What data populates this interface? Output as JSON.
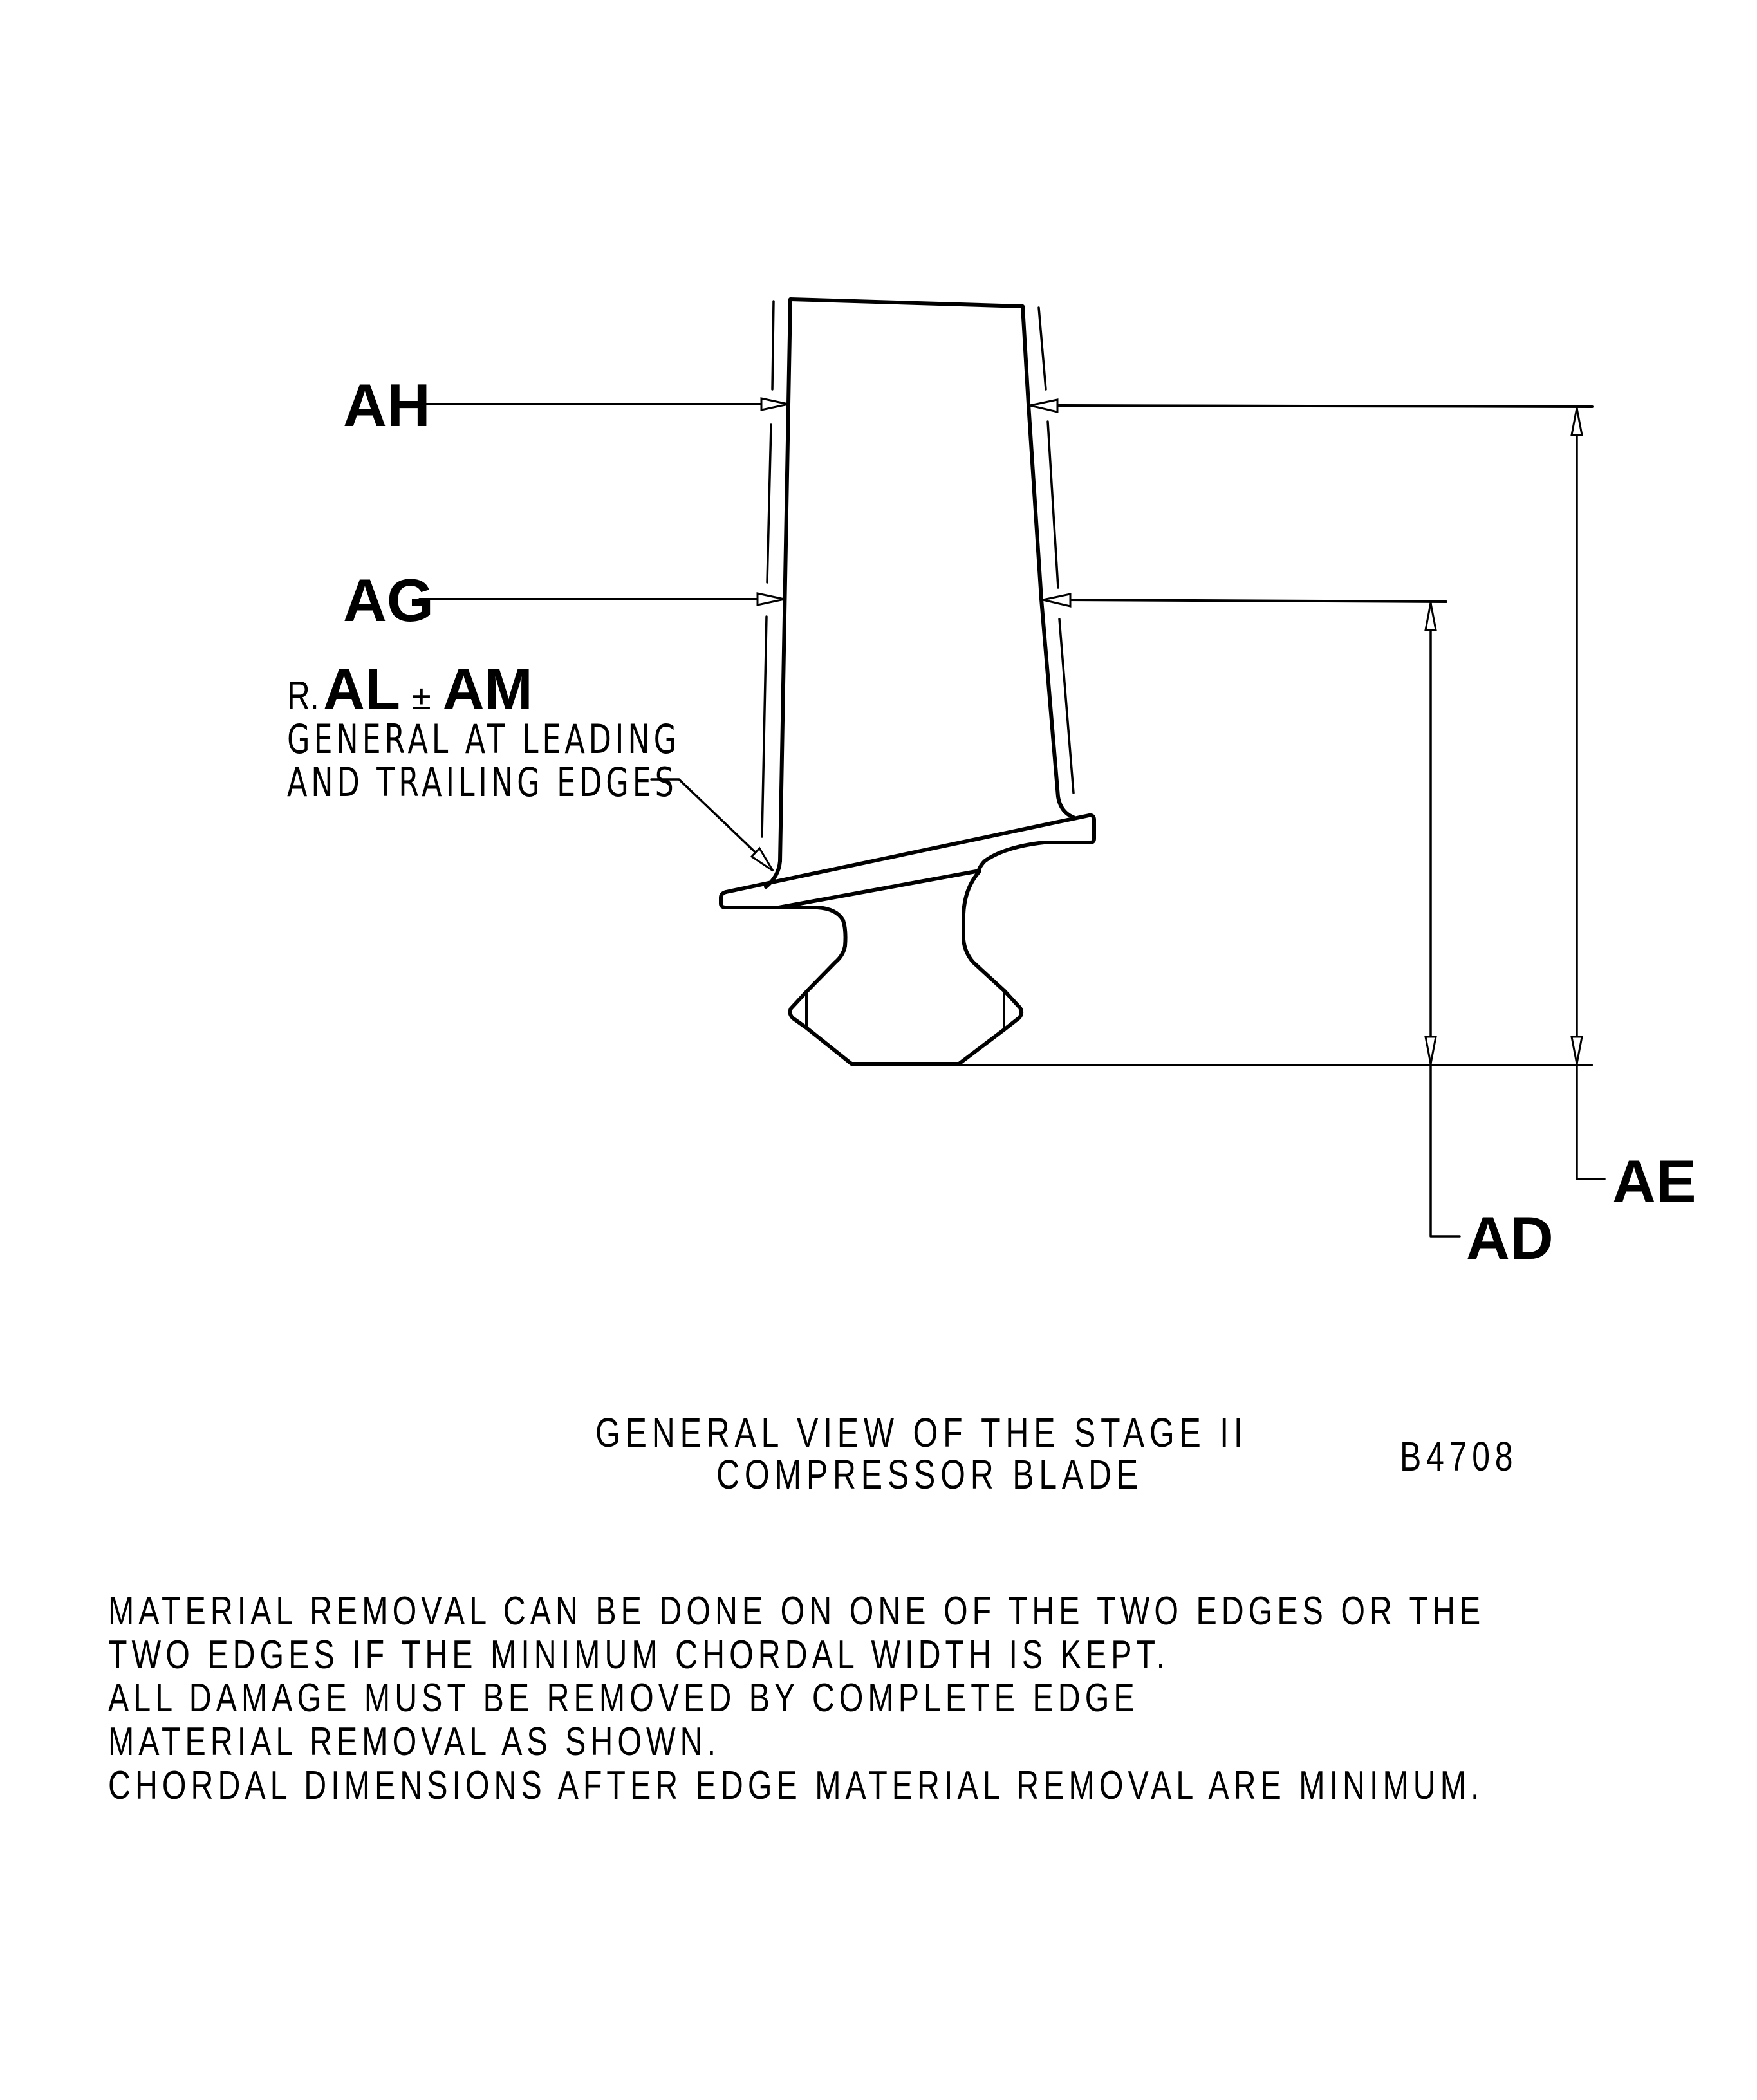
{
  "labels": {
    "dim_ah": "AH",
    "dim_ag": "AG",
    "dim_ae": "AE",
    "dim_ad": "AD"
  },
  "radius_callout": {
    "prefix": "R.",
    "value": "AL",
    "plusminus": "±",
    "tolerance": "AM",
    "line1": "GENERAL AT LEADING",
    "line2": "AND TRAILING EDGES"
  },
  "caption": {
    "title_line1": "GENERAL VIEW OF THE STAGE II",
    "title_line2": "COMPRESSOR BLADE",
    "figure_id": "B4708"
  },
  "notes": [
    "MATERIAL REMOVAL CAN BE DONE ON ONE OF THE TWO EDGES OR THE",
    "TWO EDGES IF THE MINIMUM CHORDAL WIDTH IS KEPT.",
    "ALL DAMAGE MUST BE REMOVED BY COMPLETE EDGE",
    "MATERIAL REMOVAL AS SHOWN.",
    "CHORDAL DIMENSIONS AFTER EDGE MATERIAL REMOVAL ARE MINIMUM."
  ],
  "colors": {
    "ink": "#000000",
    "paper": "#ffffff"
  }
}
